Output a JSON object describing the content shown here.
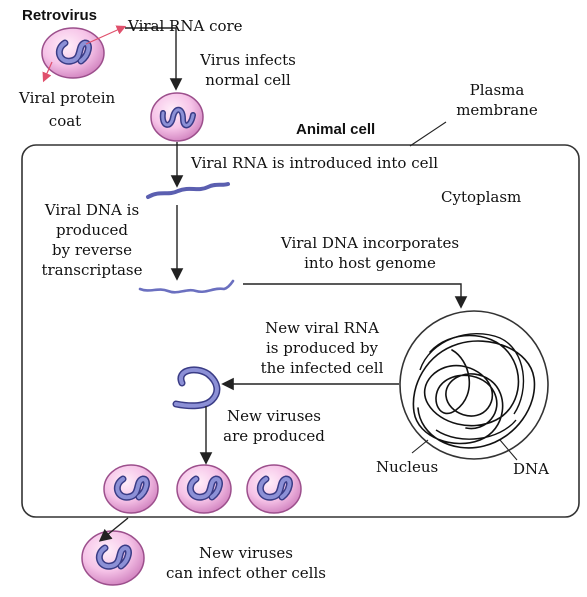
{
  "title": "Retrovirus",
  "labels": {
    "viral_rna_core": "Viral RNA core",
    "viral_protein_coat": [
      "Viral protein",
      "coat"
    ],
    "virus_infects": [
      "Virus infects",
      "normal cell"
    ],
    "plasma_membrane": [
      "Plasma",
      "membrane"
    ],
    "animal_cell": "Animal cell",
    "rna_introduced": "Viral RNA is introduced into cell",
    "cytoplasm": "Cytoplasm",
    "dna_produced": [
      "Viral DNA is",
      "produced",
      "by reverse",
      "transcriptase"
    ],
    "dna_incorporates": [
      "Viral DNA incorporates",
      "into host genome"
    ],
    "new_rna": [
      "New viral RNA",
      "is produced by",
      "the infected cell"
    ],
    "new_viruses_produced": [
      "New viruses",
      "are produced"
    ],
    "nucleus": "Nucleus",
    "dna": "DNA",
    "infect_other": [
      "New viruses",
      "can infect other cells"
    ]
  },
  "colors": {
    "virus_fill": "#f4bfe4",
    "virus_rim": "#9c4f8c",
    "rna_strand": "#6468b4",
    "pointer": "#e0506c",
    "outline": "#222222"
  }
}
